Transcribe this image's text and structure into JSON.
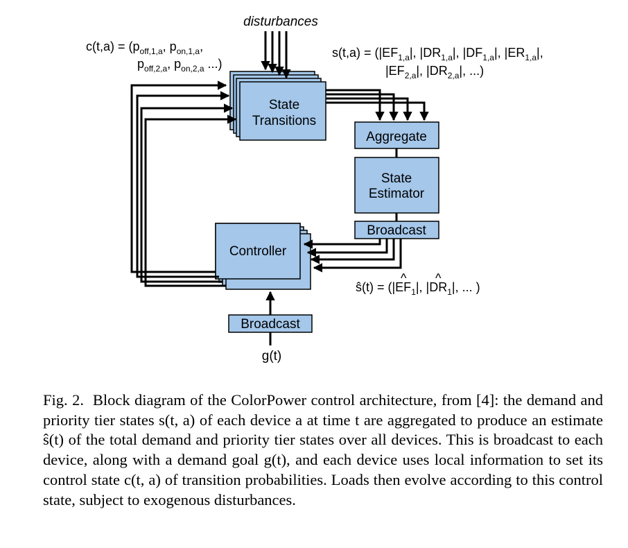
{
  "diagram": {
    "blocks": {
      "state_transitions": [
        "State",
        "Transitions"
      ],
      "aggregate": "Aggregate",
      "state_estimator": [
        "State",
        "Estimator"
      ],
      "broadcast_top": "Broadcast",
      "controller": "Controller",
      "broadcast_bottom": "Broadcast"
    },
    "labels": {
      "disturbances": "disturbances",
      "c_line1": {
        "prefix": "c(t,a) = (p",
        "s1": "off,1,a",
        "m1": ", p",
        "s2": "on,1,a",
        "tail": ","
      },
      "c_line2": {
        "prefix": "p",
        "s1": "off,2,a",
        "m1": ", p",
        "s2": "on,2,a",
        "tail": " ...)"
      },
      "s_line1": {
        "t0": "s(t,a) = (|EF",
        "s1": "1,a",
        "t1": "|, |DR",
        "s2": "1,a",
        "t2": "|, |DF",
        "s3": "1,a",
        "t3": "|, |ER",
        "s4": "1,a",
        "t4": "|,"
      },
      "s_line2": {
        "t0": "|EF",
        "s1": "2,a",
        "t1": "|, |DR",
        "s2": "2,a",
        "t2": "|, ...)"
      },
      "shat": {
        "t0": "ŝ(t) = (|EF",
        "s1": "1",
        "t1": "|, |DR",
        "s2": "1",
        "t2": "|, ... )"
      },
      "g": "g(t)"
    }
  },
  "caption": {
    "fig": "Fig. 2.",
    "text": "Block diagram of the ColorPower control architecture, from [4]: the demand and priority tier states s(t, a) of each device a at time t are aggregated to produce an estimate ŝ(t) of the total demand and priority tier states over all devices. This is broadcast to each device, along with a demand goal g(t), and each device uses local information to set its control state c(t, a) of transition probabilities. Loads then evolve according to this control state, subject to exogenous disturbances."
  }
}
